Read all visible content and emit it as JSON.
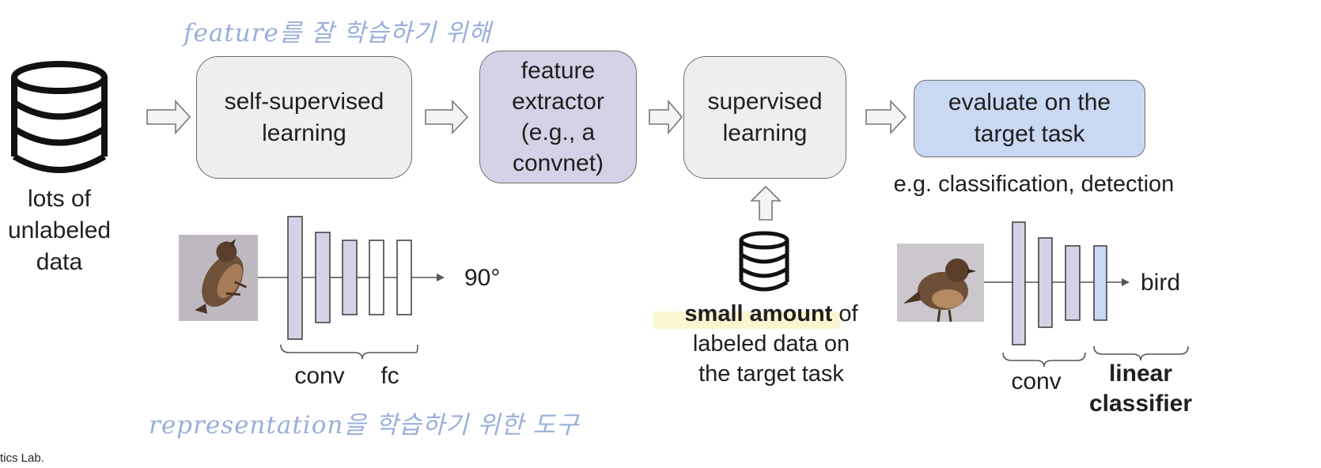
{
  "annotations": {
    "top_handwritten": "feature를 잘 학습하기 위해",
    "bottom_handwritten": "representation을 학습하기 위한 도구"
  },
  "footer": {
    "lab_text": "tics Lab."
  },
  "data_source": {
    "label_line1": "lots of",
    "label_line2": "unlabeled",
    "label_line3": "data"
  },
  "steps": {
    "self_supervised": {
      "line1": "self-supervised",
      "line2": "learning"
    },
    "feature_extractor": {
      "line1": "feature",
      "line2": "extractor",
      "line3": "(e.g., a",
      "line4": "convnet)"
    },
    "supervised": {
      "line1": "supervised",
      "line2": "learning"
    },
    "evaluate": {
      "line1": "evaluate on the",
      "line2": "target task"
    }
  },
  "evaluate_example": "e.g. classification, detection",
  "pretext_network": {
    "output": "90°",
    "conv_label": "conv",
    "fc_label": "fc"
  },
  "labeled_data": {
    "bold_part": "small amount",
    "line1_rest": " of",
    "line2": "labeled data on",
    "line3": "the target task"
  },
  "downstream_network": {
    "output": "bird",
    "conv_label": "conv",
    "classifier_line1": "linear",
    "classifier_line2": "classifier"
  },
  "colors": {
    "gray_box": "#eeeeee",
    "purple_box": "#d6d1e6",
    "blue_box": "#c9d8f3",
    "conv_layer": "#d6d1e6",
    "fc_layer": "#ffffff",
    "linear_layer": "#c9d8f3",
    "handwriting": "#9aaedc",
    "highlight": "#fbf6cf"
  },
  "icons": [
    "database-icon",
    "arrow-icon",
    "bird-image"
  ]
}
